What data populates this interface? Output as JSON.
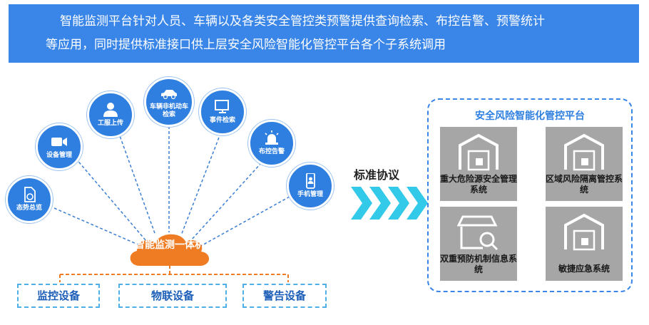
{
  "banner": {
    "line1": "智能监测平台针对人员、车辆以及各类安全管控类预警提供查询检索、布控告警、预警统计",
    "line2": "等应用，同时提供标准接口供上层安全风险智能化管控平台各个子系统调用"
  },
  "features": [
    {
      "label": "态势总览",
      "icon": "document-chart-icon"
    },
    {
      "label": "设备管理",
      "icon": "video-camera-icon"
    },
    {
      "label": "工服上传",
      "icon": "person-icon"
    },
    {
      "label": "车辆非机动车检索",
      "icon": "car-icon"
    },
    {
      "label": "事件检索",
      "icon": "monitor-icon"
    },
    {
      "label": "布控告警",
      "icon": "alarm-light-icon"
    },
    {
      "label": "手机管理",
      "icon": "mobile-phone-icon"
    }
  ],
  "hub": {
    "label": "智能监测一体机"
  },
  "devices": [
    "监控设备",
    "物联设备",
    "警告设备"
  ],
  "protocol": {
    "label": "标准协议"
  },
  "platform": {
    "title": "安全风险智能化管控平台",
    "systems": [
      {
        "name": "重大危险源安全管理系统",
        "icon": "warehouse-icon"
      },
      {
        "name": "区域风险隔离管控系统",
        "icon": "warehouse-icon"
      },
      {
        "name": "双重预防机制信息系统",
        "icon": "store-search-icon"
      },
      {
        "name": "敏捷应急系统",
        "icon": "warehouse-icon"
      }
    ]
  },
  "colors": {
    "primary": "#2f7fe0",
    "banner": "#3a86e8",
    "hub": "#ef7b22",
    "arrow": "#33c9e8",
    "tile": "#a6a6a6"
  }
}
